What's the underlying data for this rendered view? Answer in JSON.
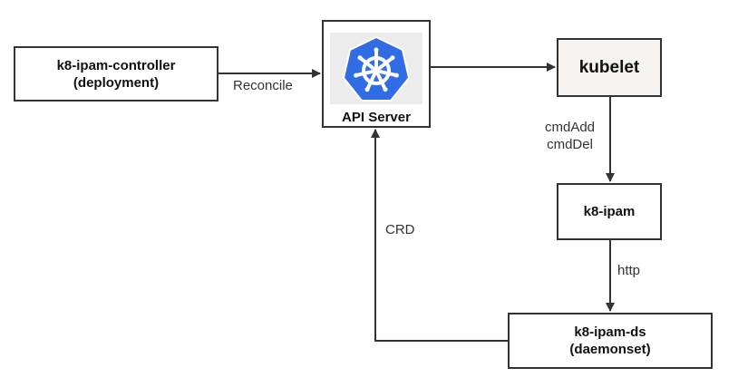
{
  "nodes": {
    "controller": {
      "line1": "k8-ipam-controller",
      "line2": "(deployment)"
    },
    "apiserver": {
      "label": "API Server",
      "logo": "kubernetes-helm-wheel-logo",
      "logo_color": "#326ce5"
    },
    "kubelet": {
      "label": "kubelet"
    },
    "ipam": {
      "label": "k8-ipam"
    },
    "ipamds": {
      "line1": "k8-ipam-ds",
      "line2": "(daemonset)"
    }
  },
  "edges": {
    "reconcile": {
      "label": "Reconcile"
    },
    "cmd": {
      "line1": "cmdAdd",
      "line2": "cmdDel"
    },
    "crd": {
      "label": "CRD"
    },
    "http": {
      "label": "http"
    }
  },
  "colors": {
    "stroke": "#333333",
    "kubelet_fill": "#f5f2ef",
    "logo_bg": "#ececec"
  }
}
